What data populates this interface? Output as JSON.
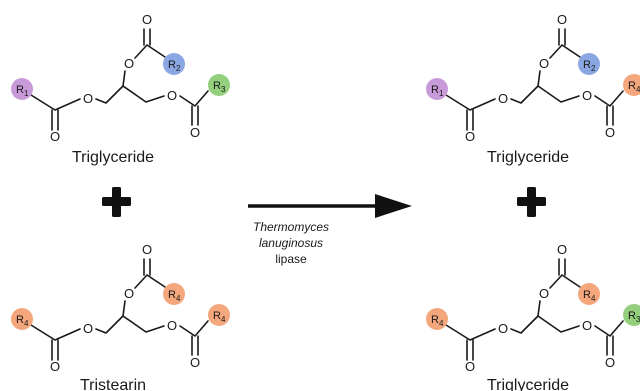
{
  "colors": {
    "purple": "#c99ad8",
    "blue": "#8aa7e3",
    "green": "#93cf7d",
    "orange": "#f4a77c"
  },
  "labels": {
    "oxygen": "O",
    "r_letter": "R",
    "reactant1_name": "Triglyceride",
    "reactant2_name": "Tristearin",
    "product1_name": "Triglyceride",
    "product2_name": "Triglyceride"
  },
  "enzyme": {
    "line1": "Thermomyces",
    "line2": "lanuginosus",
    "line3": "lipase"
  },
  "molecules": {
    "reactant1": {
      "r_left": "1",
      "r_top": "2",
      "r_right": "3",
      "c_left": "purple",
      "c_top": "blue",
      "c_right": "green"
    },
    "reactant2": {
      "r_left": "4",
      "r_top": "4",
      "r_right": "4",
      "c_left": "orange",
      "c_top": "orange",
      "c_right": "orange"
    },
    "product1": {
      "r_left": "1",
      "r_top": "2",
      "r_right": "4",
      "c_left": "purple",
      "c_top": "blue",
      "c_right": "orange"
    },
    "product2": {
      "r_left": "4",
      "r_top": "4",
      "r_right": "3",
      "c_left": "orange",
      "c_top": "orange",
      "c_right": "green"
    }
  }
}
